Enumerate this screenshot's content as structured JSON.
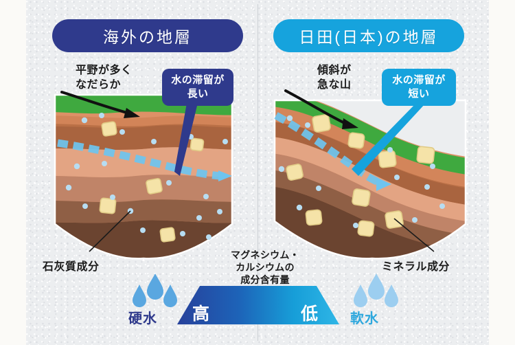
{
  "meta": {
    "background_color": "#fbfaf7",
    "panel_color": "#eceef0",
    "navy": "#2f3a8c",
    "cyan": "#16a3dd"
  },
  "left_panel": {
    "title": "海外の地層",
    "terrain_note": "平野が多く\nなだらか",
    "callout": "水の滞留が\n長い",
    "bottom_label": "石灰質成分",
    "water_label": "硬水",
    "water_drop_color": "#5aa7e0",
    "title_bg": "#2f3a8c"
  },
  "right_panel": {
    "title": "日田(日本)の地層",
    "terrain_note": "傾斜が\n急な山",
    "callout": "水の滞留が\n短い",
    "bottom_label": "ミネラル成分",
    "water_label": "軟水",
    "water_drop_color": "#9ccef0",
    "title_bg": "#16a3dd"
  },
  "scale": {
    "caption": "マグネシウム・\nカルシウムの\n成分含有量",
    "high_label": "高",
    "low_label": "低",
    "gradient_from": "#27419b",
    "gradient_to": "#2fb6e6"
  },
  "strata": {
    "layer_colors": [
      "#3fa93f",
      "#dd9167",
      "#a9643f",
      "#e3a483",
      "#8f5f45",
      "#6b4430"
    ],
    "mineral_square_color": "#f5e3a8",
    "water_dot_color": "#b7ddf2",
    "flow_arrow_color_left": "#6ec4ef",
    "flow_arrow_color_right": "#6ec4ef"
  },
  "icons": {
    "water_drop": "water-drop-icon",
    "flow_arrow": "flow-arrow-icon",
    "slope_arrow": "slope-arrow-icon",
    "mineral_square": "mineral-square-icon"
  }
}
